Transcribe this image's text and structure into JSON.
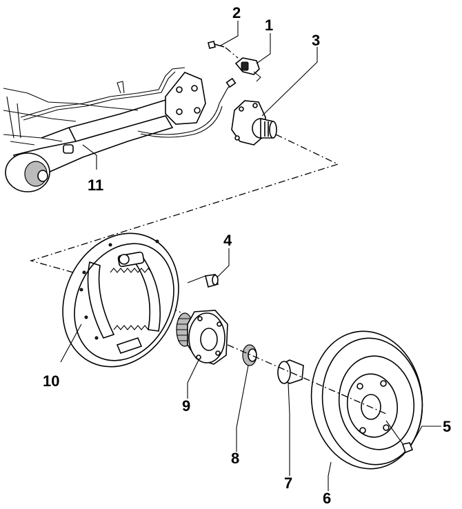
{
  "callouts": {
    "n1": "1",
    "n2": "2",
    "n3": "3",
    "n4": "4",
    "n5": "5",
    "n6": "6",
    "n7": "7",
    "n8": "8",
    "n9": "9",
    "n10": "10",
    "n11": "11"
  }
}
